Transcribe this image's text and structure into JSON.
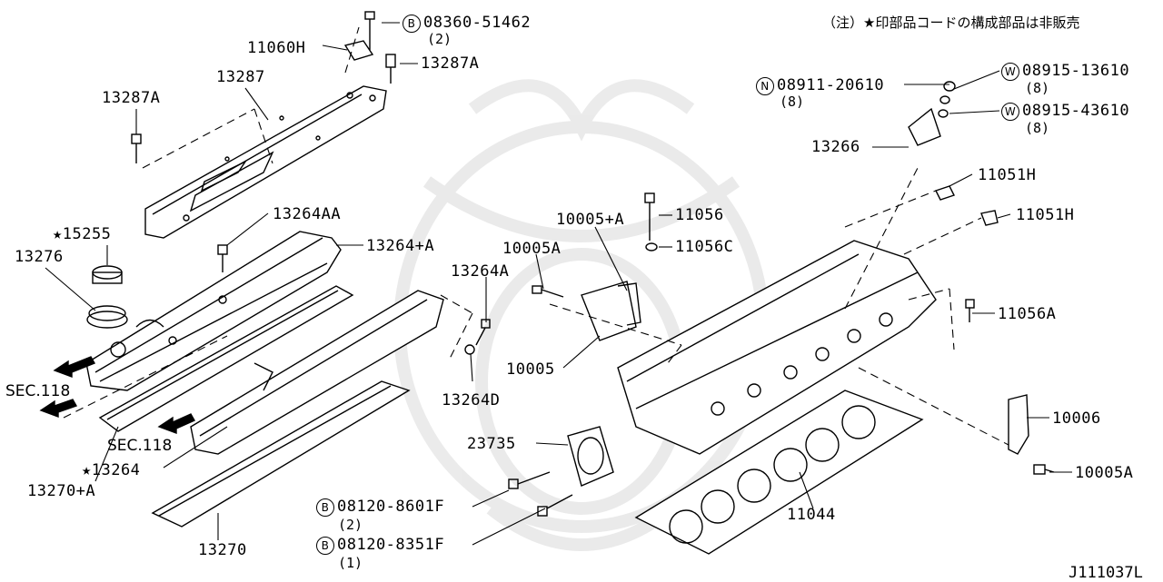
{
  "note": "（注）★印部品コードの構成部品は非販売",
  "diagram_code": "J111037L",
  "labels": {
    "p08360_51462": "08360-51462",
    "q08360": "(2)",
    "p11060H": "11060H",
    "p13287A_top": "13287A",
    "p13287": "13287",
    "p13287A_left": "13287A",
    "p15255": "★15255",
    "p13276": "13276",
    "p13264AA": "13264AA",
    "p13264plusA": "13264+A",
    "p10005plusA": "10005+A",
    "p11056": "11056",
    "p11056C": "11056C",
    "p10005A_mid": "10005A",
    "p13264A": "13264A",
    "p10005": "10005",
    "p13264D": "13264D",
    "sec118_left": "SEC.118",
    "sec118_mid": "SEC.118",
    "p13264star": "★13264",
    "p13270plusA": "13270+A",
    "p23735": "23735",
    "p08120_8601F": "08120-8601F",
    "q8601": "(2)",
    "p08120_8351F": "08120-8351F",
    "q8351": "(1)",
    "p13270": "13270",
    "p11044": "11044",
    "p08911_20610": "08911-20610",
    "q08911": "(8)",
    "p08915_13610": "08915-13610",
    "q13610": "(8)",
    "p08915_43610": "08915-43610",
    "q43610": "(8)",
    "p13266": "13266",
    "p11051H_a": "11051H",
    "p11051H_b": "11051H",
    "p11056A": "11056A",
    "p10006": "10006",
    "p10005A_right": "10005A"
  },
  "prefix": {
    "B": "B",
    "N": "N",
    "W": "W"
  }
}
